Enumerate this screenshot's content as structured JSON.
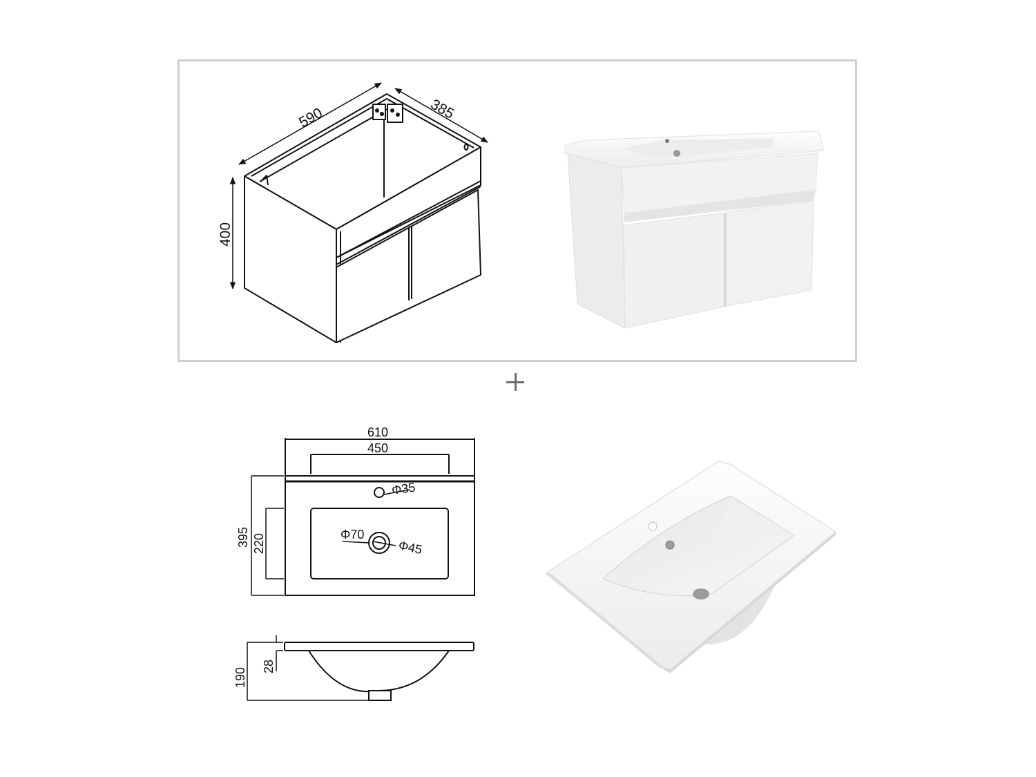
{
  "cabinet_drawing": {
    "width_label": "590",
    "depth_label": "385",
    "height_label": "400"
  },
  "separator": {
    "icon": "plus-icon"
  },
  "basin_top_view": {
    "overall_width_label": "610",
    "bowl_width_label": "450",
    "overall_depth_label": "395",
    "bowl_depth_label": "220",
    "tap_hole_label": "Φ35",
    "drain_outer_label": "Φ70",
    "drain_inner_label": "Φ45"
  },
  "basin_side_view": {
    "total_height_label": "190",
    "rim_thickness_label": "28"
  },
  "colors": {
    "panel_border": "#cfcfcf",
    "line": "#111111",
    "plus": "#6b6b6b",
    "render_white": "#f4f4f4",
    "render_shadow": "#d9d9d9"
  }
}
